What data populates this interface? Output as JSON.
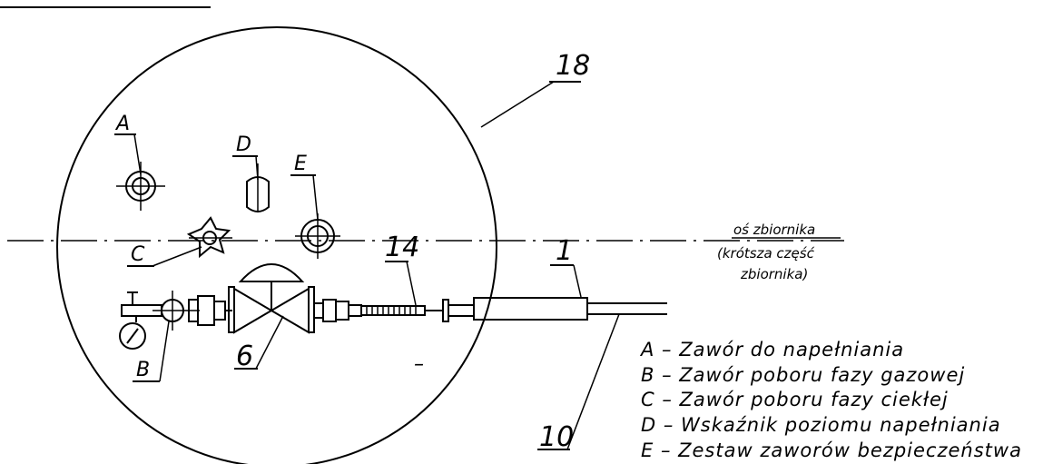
{
  "callouts": {
    "A": "A",
    "B": "B",
    "C": "C",
    "D": "D",
    "E": "E",
    "n18": "18",
    "n14": "14",
    "n1": "1",
    "n6": "6",
    "n10": "10",
    "dash": "–"
  },
  "axis_note": {
    "line1": "oś zbiornika",
    "line2": "(krótsza część",
    "line3": "zbiornika)"
  },
  "legend": [
    "A – Zawór do napełniania",
    "B – Zawór poboru fazy gazowej",
    "C – Zawór poboru fazy ciekłej",
    "D – Wskaźnik poziomu napełniania",
    "E – Zestaw zaworów bezpieczeństwa"
  ]
}
